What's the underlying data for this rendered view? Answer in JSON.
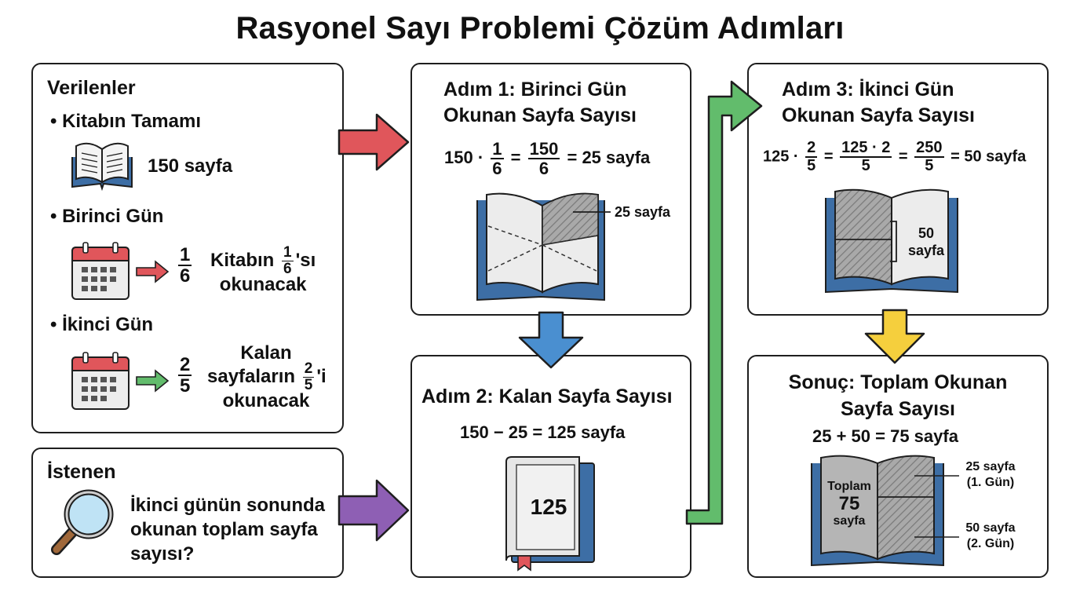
{
  "title": "Rasyonel Sayı Problemi Çözüm Adımları",
  "given": {
    "heading": "Verilenler",
    "item1": {
      "label": "Kitabın Tamamı",
      "value": "150 sayfa"
    },
    "item2": {
      "label": "Birinci Gün",
      "frac_num": "1",
      "frac_den": "6",
      "desc_pre": "Kitabın",
      "desc_suffix": "'sı",
      "desc_line2": "okunacak"
    },
    "item3": {
      "label": "İkinci Gün",
      "frac_num": "2",
      "frac_den": "5",
      "desc_line1": "Kalan",
      "desc_pre": "sayfaların",
      "desc_suffix": "'i",
      "desc_line3": "okunacak"
    }
  },
  "asked": {
    "heading": "İstenen",
    "line1": "İkinci günün sonunda",
    "line2": "okunan toplam sayfa",
    "line3": "sayısı?"
  },
  "step1": {
    "title_line1": "Adım 1: Birinci Gün",
    "title_line2": "Okunan Sayfa Sayısı",
    "eq": {
      "a": "150 ·",
      "f1_num": "1",
      "f1_den": "6",
      "eq1": "=",
      "f2_num": "150",
      "f2_den": "6",
      "result": "= 25 sayfa"
    },
    "label": "25 sayfa"
  },
  "step2": {
    "title": "Adım 2: Kalan Sayfa Sayısı",
    "eq": "150 − 25 = 125 sayfa",
    "book_label": "125"
  },
  "step3": {
    "title_line1": "Adım 3: İkinci Gün",
    "title_line2": "Okunan Sayfa Sayısı",
    "eq": {
      "a": "125 ·",
      "f1_num": "2",
      "f1_den": "5",
      "eq1": "=",
      "f2_num": "125 · 2",
      "f2_den": "5",
      "eq2": "=",
      "f3_num": "250",
      "f3_den": "5",
      "result": "= 50 sayfa"
    },
    "label_line1": "50",
    "label_line2": "sayfa"
  },
  "result": {
    "title_line1": "Sonuç: Toplam Okunan",
    "title_line2": "Sayfa Sayısı",
    "eq": "25 + 50 = 75 sayfa",
    "book_line1": "Toplam",
    "book_line2": "75",
    "book_line3": "sayfa",
    "label1_line1": "25 sayfa",
    "label1_line2": "(1. Gün)",
    "label2_line1": "50 sayfa",
    "label2_line2": "(2. Gün)"
  },
  "colors": {
    "red_arrow": "#e0565b",
    "purple_arrow": "#8e5fb4",
    "blue_arrow": "#4a8fd0",
    "green_arrow": "#62bc6c",
    "yellow_arrow": "#f5cf3d",
    "book_blue": "#3d6ea5",
    "calendar_red": "#e0565b"
  },
  "icons": [
    "open-book-icon",
    "calendar-icon",
    "magnifier-icon",
    "closed-book-icon",
    "bookmark-icon"
  ]
}
